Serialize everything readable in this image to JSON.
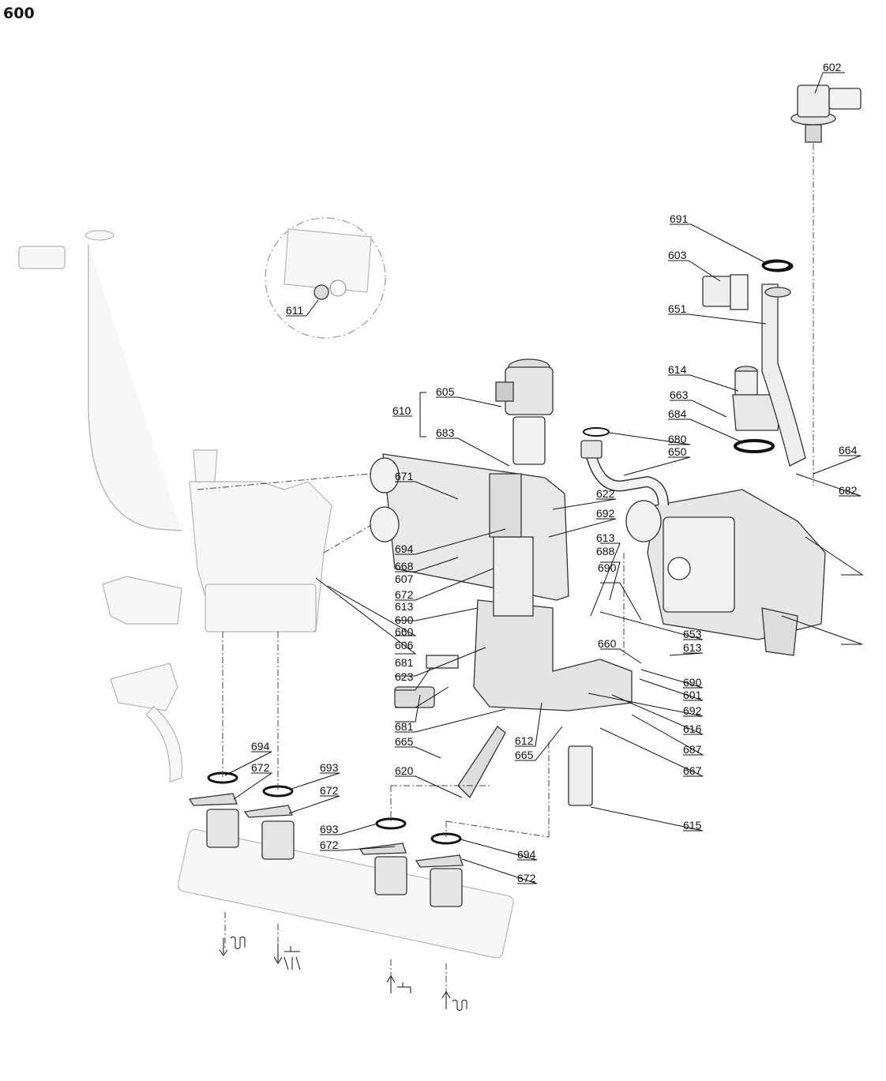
{
  "title": "600",
  "callouts": [
    "602",
    "691",
    "603",
    "651",
    "614",
    "663",
    "684",
    "680",
    "650",
    "664",
    "682",
    "611",
    "605",
    "610",
    "683",
    "671",
    "622",
    "692",
    "694",
    "668",
    "607",
    "672",
    "613",
    "690",
    "660",
    "688",
    "653",
    "606",
    "681",
    "623",
    "601",
    "616",
    "612",
    "665",
    "687",
    "667",
    "620",
    "615",
    "693"
  ],
  "flow_symbols": [
    "heating-outlet-symbol",
    "hot-water-outlet-symbol",
    "cold-water-inlet-symbol",
    "heating-return-symbol"
  ]
}
